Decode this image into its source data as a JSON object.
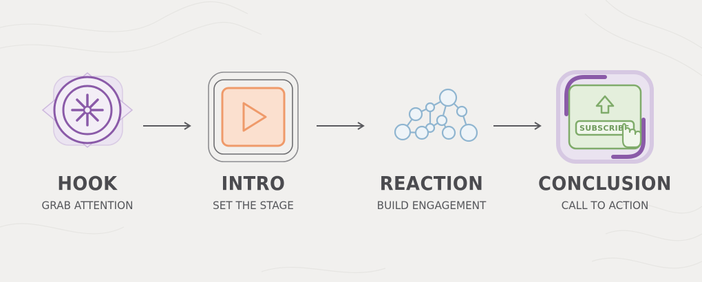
{
  "steps": [
    {
      "title": "HOOK",
      "subtitle": "GRAB ATTENTION",
      "icon": "asterisk-icon",
      "color": "#8a5aa8"
    },
    {
      "title": "INTRO",
      "subtitle": "SET THE STAGE",
      "icon": "play-icon",
      "color": "#ef9a6a"
    },
    {
      "title": "REACTION",
      "subtitle": "BUILD ENGAGEMENT",
      "icon": "network-icon",
      "color": "#8fb5d0"
    },
    {
      "title": "CONCLUSION",
      "subtitle": "CALL TO ACTION",
      "icon": "subscribe-icon",
      "color": "#7fab6a",
      "button_text": "SUBSCRIBE"
    }
  ],
  "colors": {
    "text": "#4b4b4f",
    "arrow": "#5a5a5e",
    "background": "#f1f0ee"
  }
}
